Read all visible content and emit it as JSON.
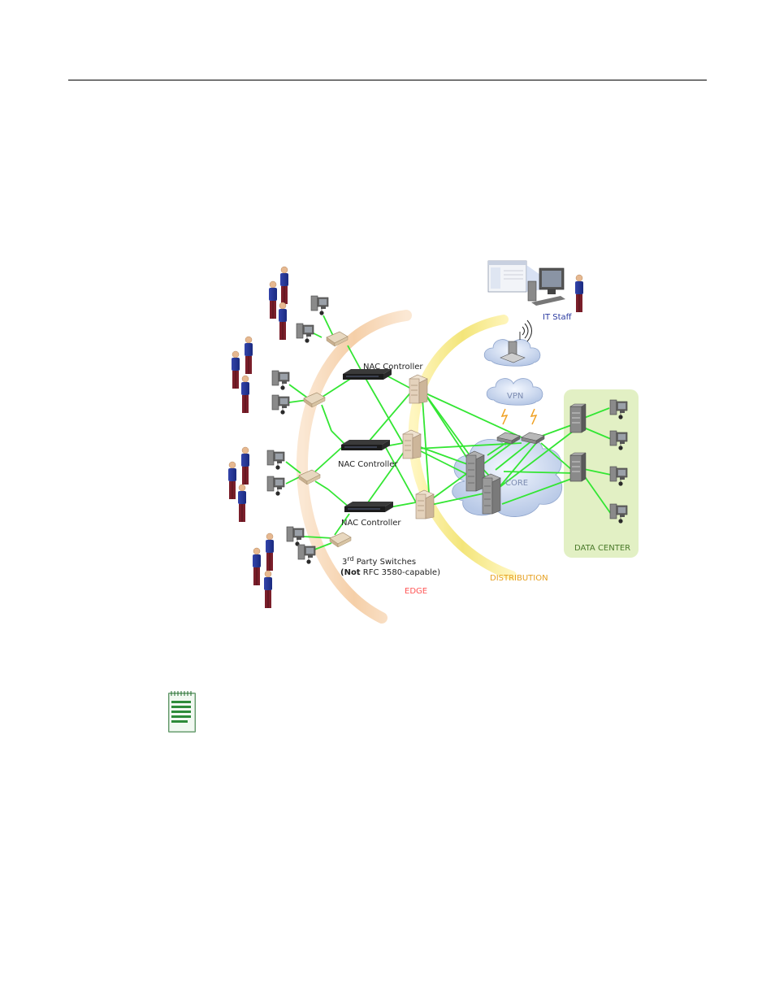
{
  "figure": {
    "labels": {
      "nac_top": "NAC Controller",
      "nac_mid": "NAC Controller",
      "nac_bottom": "NAC Controller",
      "third_party_line1_pre": "3",
      "third_party_line1_sup": "rd",
      "third_party_line1_post": " Party Switches",
      "third_party_line2_bold": "(Not",
      "third_party_line2_rest": " RFC 3580-capable)",
      "edge": "EDGE",
      "distribution": "DISTRIBUTION",
      "core": "CORE",
      "vpn": "VPN",
      "it_staff": "IT Staff",
      "data_center": "DATA CENTER"
    },
    "colors": {
      "link": "#33e633",
      "edge_label": "#ff5555",
      "distribution_label": "#e6a020",
      "core_label": "#7a8ab0",
      "vpn_label": "#7a8ab0",
      "it_staff_label": "#2a3aa0",
      "data_center_label": "#4a7a2a",
      "edge_arc": "#f7d8b8",
      "distribution_arc": "#f5ec9a",
      "data_center_bg": "#e2f0c4"
    }
  },
  "note_icon": "notepad-icon"
}
